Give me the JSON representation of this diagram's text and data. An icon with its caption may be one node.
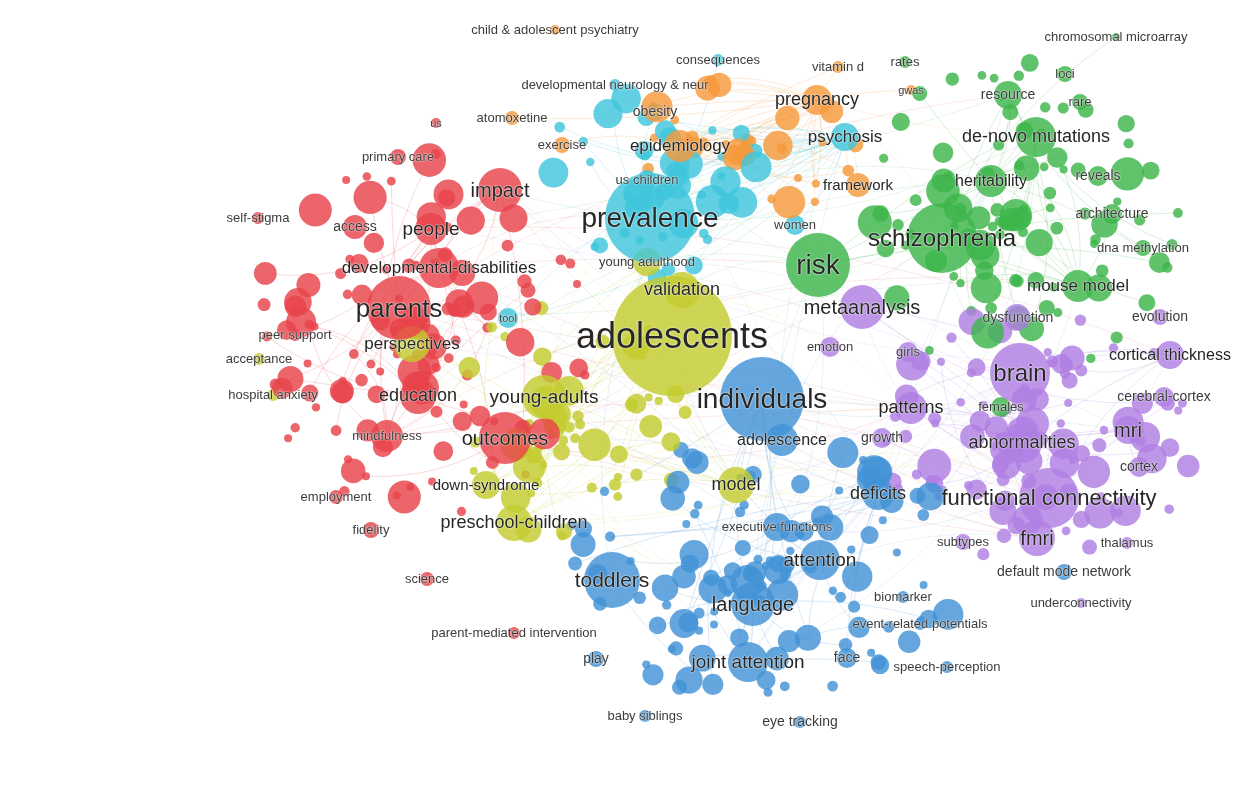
{
  "diagram": {
    "labels": [
      "child & adolescent psychiatry",
      "chromosomal microarray",
      "consequences",
      "vitamin d",
      "rates",
      "developmental neurology & neur",
      "loci",
      "gwas",
      "resource",
      "rare",
      "pregnancy",
      "us",
      "atomoxetine",
      "obesity",
      "psychosis",
      "de-novo mutations",
      "exercise",
      "epidemiology",
      "primary care",
      "us children",
      "framework",
      "heritability",
      "reveals",
      "impact",
      "self-stigma",
      "access",
      "people",
      "prevalence",
      "women",
      "schizophrenia",
      "architecture",
      "dna methylation",
      "developmental-disabilities",
      "young adulthood",
      "risk",
      "validation",
      "mouse model",
      "parents",
      "tool",
      "metaanalysis",
      "dysfunction",
      "evolution",
      "peer support",
      "adolescents",
      "perspectives",
      "acceptance",
      "emotion",
      "girls",
      "cortical thickness",
      "brain",
      "hospital anxiety",
      "education",
      "young-adults",
      "individuals",
      "patterns",
      "females",
      "cerebral-cortex",
      "mindfulness",
      "outcomes",
      "adolescence",
      "growth",
      "abnormalities",
      "mri",
      "cortex",
      "down-syndrome",
      "model",
      "deficits",
      "employment",
      "functional connectivity",
      "preschool-children",
      "fidelity",
      "executive functions",
      "subtypes",
      "fmri",
      "thalamus",
      "attention",
      "default mode network",
      "toddlers",
      "science",
      "language",
      "biomarker",
      "underconnectivity",
      "event-related potentials",
      "parent-mediated intervention",
      "play",
      "joint attention",
      "face",
      "speech-perception",
      "baby siblings",
      "eye tracking"
    ]
  }
}
